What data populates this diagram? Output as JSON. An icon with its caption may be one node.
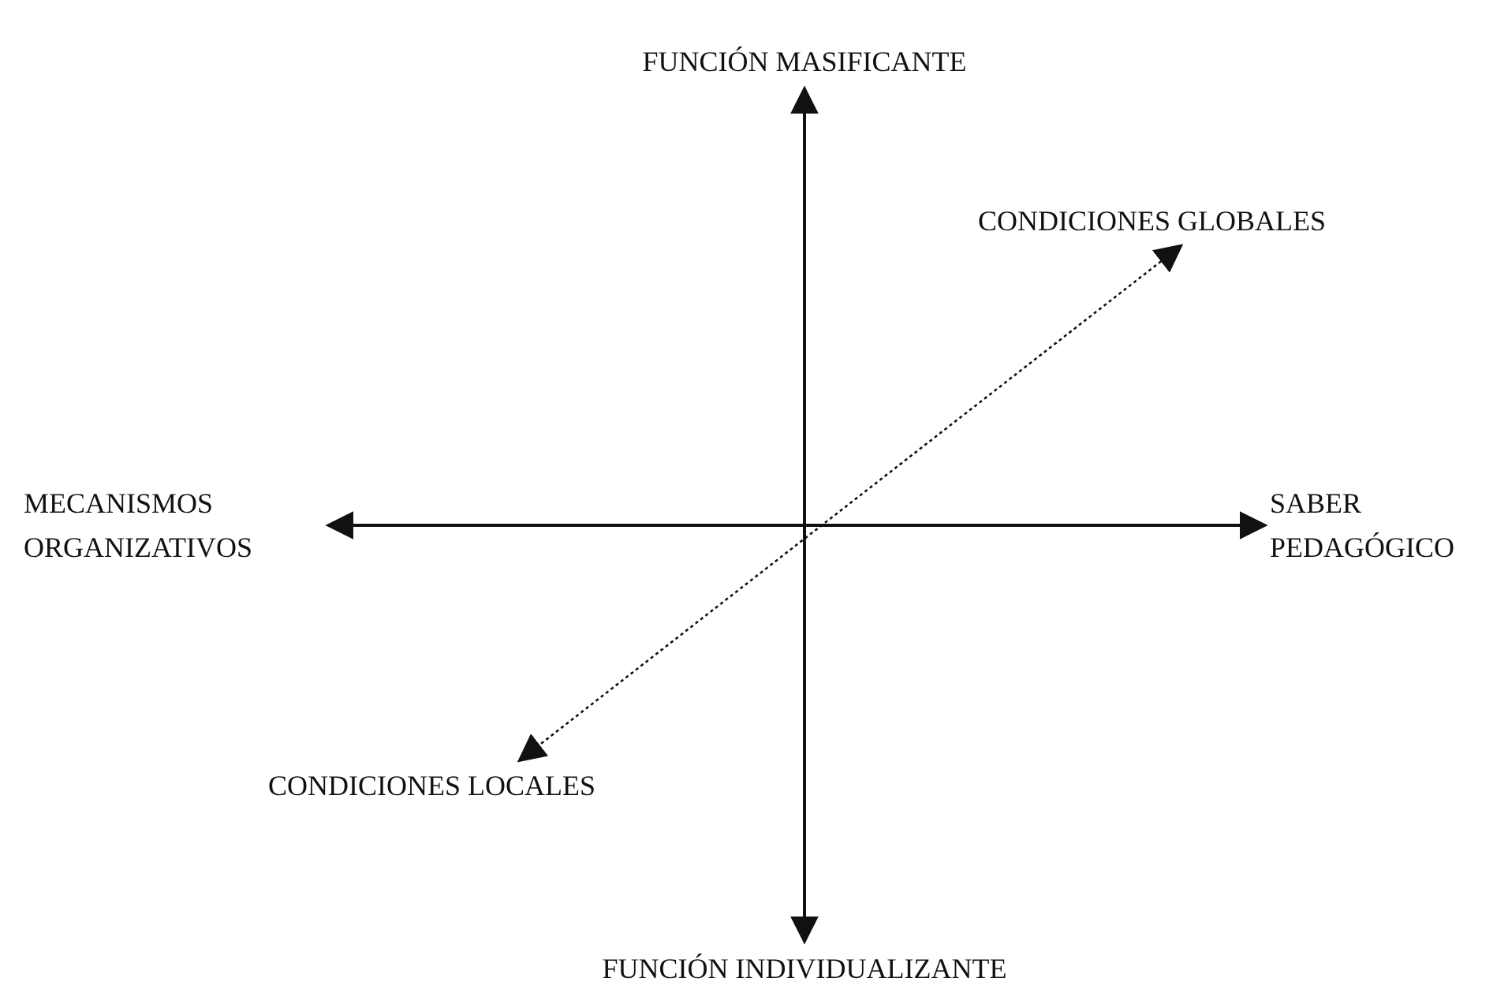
{
  "diagram": {
    "nodes": [
      {
        "text": [
          "FUNCIÓN MASIFICANTE"
        ]
      },
      {
        "text": [
          "CONDICIONES GLOBALES"
        ]
      },
      {
        "text": [
          "MECANISMOS ORGANIZATIVOS"
        ]
      },
      {
        "text": [
          "SABER PEDAGÓGICO"
        ]
      },
      {
        "text": [
          "CONDICIONES LOCALES"
        ]
      },
      {
        "text": [
          "FUNCIÓN INDIVIDUALIZANTE"
        ]
      }
    ],
    "edges": [
      {
        "from": 0,
        "to": 5,
        "arrow": "both"
      },
      {
        "from": 2,
        "to": 3,
        "arrow": "both"
      },
      {
        "from": 1,
        "to": 4,
        "arrow": "both",
        "style": "dashed"
      }
    ]
  }
}
